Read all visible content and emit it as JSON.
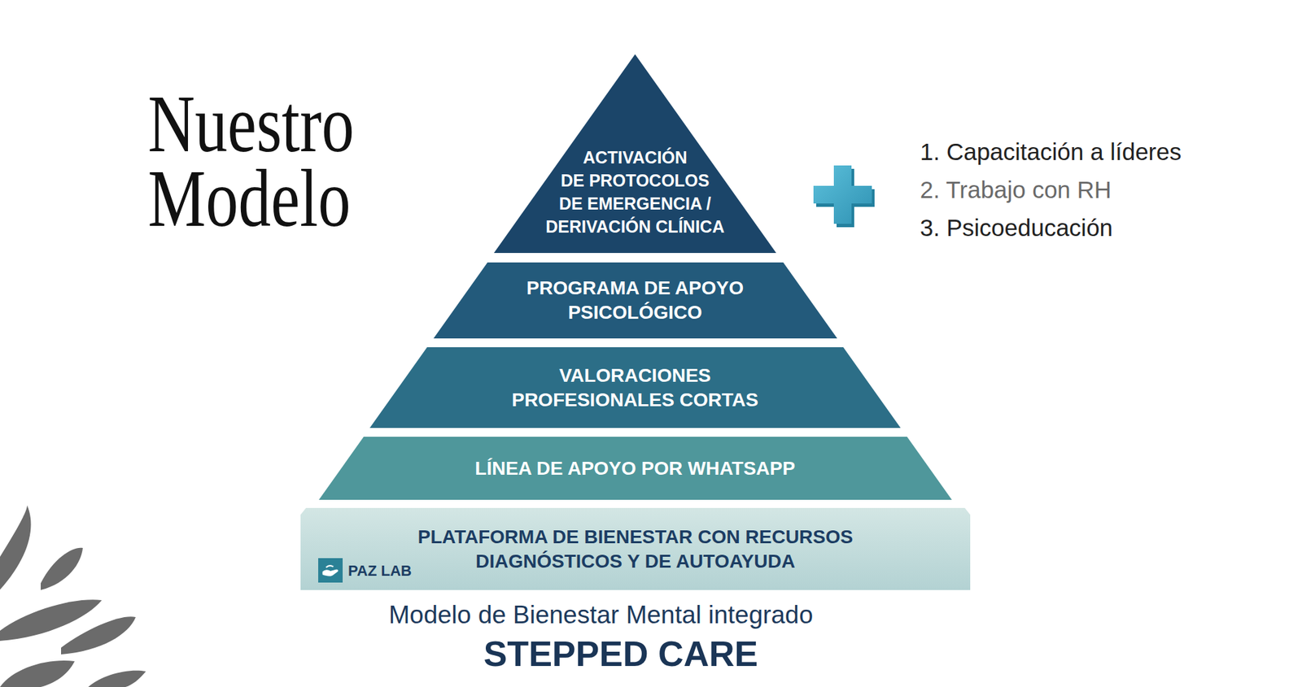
{
  "diagram": {
    "title": "Nuestro Modelo",
    "caption": "Modelo de Bienestar Mental integrado",
    "nodes": [
      {
        "text": [
          "ACTIVACIÓN DE PROTOCOLOS DE EMERGENCIA / DERIVACIÓN CLÍNICA"
        ]
      },
      {
        "text": [
          "PROGRAMA DE APOYO PSICOLÓGICO"
        ]
      },
      {
        "text": [
          "VALORACIONES PROFESIONALES CORTAS"
        ]
      },
      {
        "text": [
          "LÍNEA DE APOYO POR WHATSAPP"
        ]
      },
      {
        "text": [
          "PLATAFORMA DE BIENESTAR CON RECURSOS DIAGNÓSTICOS Y DE AUTOAYUDA",
          "PAZ LAB"
        ]
      }
    ],
    "labels": [
      "1. Capacitación a líderes",
      "2. Trabajo con RH",
      "3. Psicoeducación",
      "STEPPED CARE"
    ]
  }
}
